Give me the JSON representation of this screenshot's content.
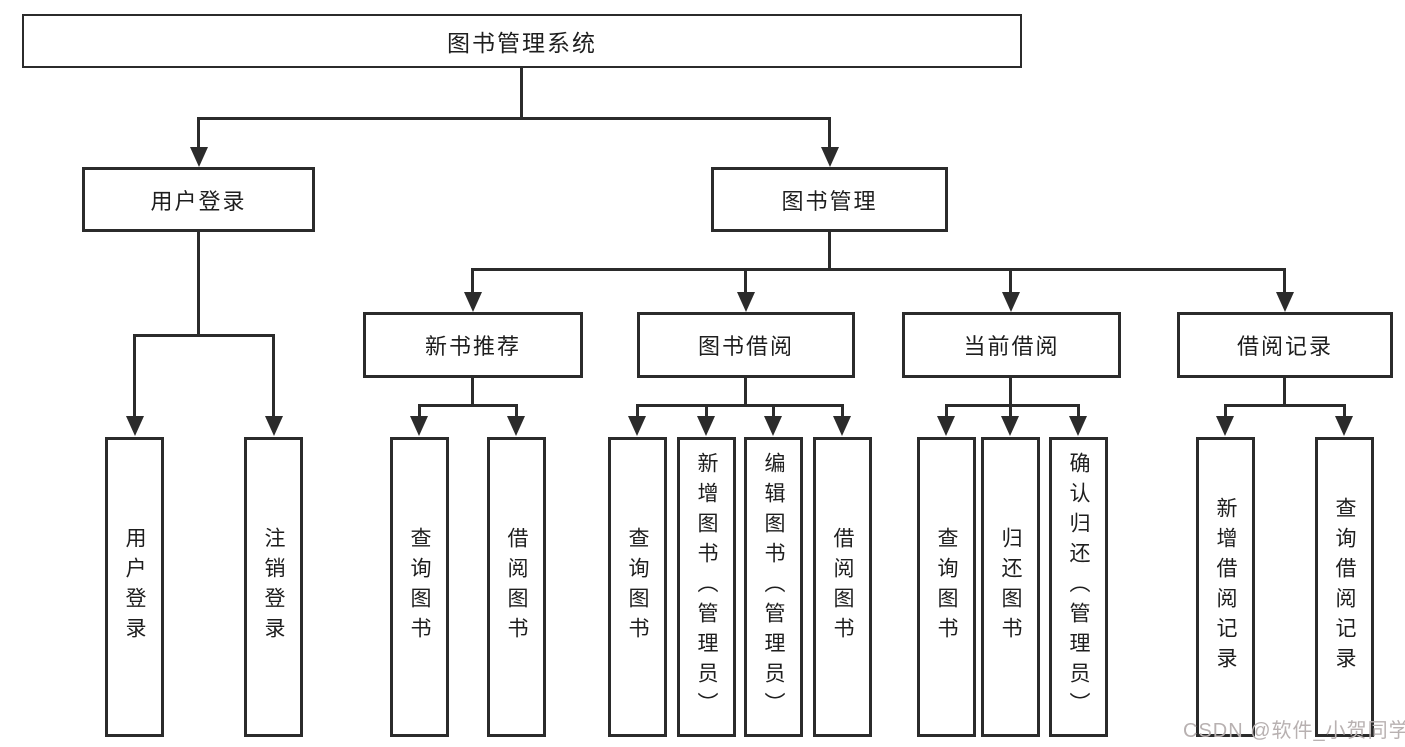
{
  "diagram": {
    "title": "图书管理系统",
    "level2": [
      {
        "label": "用户登录"
      },
      {
        "label": "图书管理"
      }
    ],
    "level3": [
      {
        "label": "新书推荐"
      },
      {
        "label": "图书借阅"
      },
      {
        "label": "当前借阅"
      },
      {
        "label": "借阅记录"
      }
    ],
    "leaves": {
      "user_login": [
        {
          "label": "用户登录"
        },
        {
          "label": "注销登录"
        }
      ],
      "new_book": [
        {
          "label": "查询图书"
        },
        {
          "label": "借阅图书"
        }
      ],
      "book_borrow": [
        {
          "label": "查询图书"
        },
        {
          "label": "新增图书（管理员）"
        },
        {
          "label": "编辑图书（管理员）"
        },
        {
          "label": "借阅图书"
        }
      ],
      "current_borrow": [
        {
          "label": "查询图书"
        },
        {
          "label": "归还图书"
        },
        {
          "label": "确认归还（管理员）"
        }
      ],
      "borrow_record": [
        {
          "label": "新增借阅记录"
        },
        {
          "label": "查询借阅记录"
        }
      ]
    }
  },
  "watermark": {
    "text": "CSDN @软件_小贺同学"
  },
  "colors": {
    "line": "#2b2b2b",
    "text": "#1e1e1e",
    "watermark": "#b8b1b1",
    "background": "#ffffff"
  }
}
